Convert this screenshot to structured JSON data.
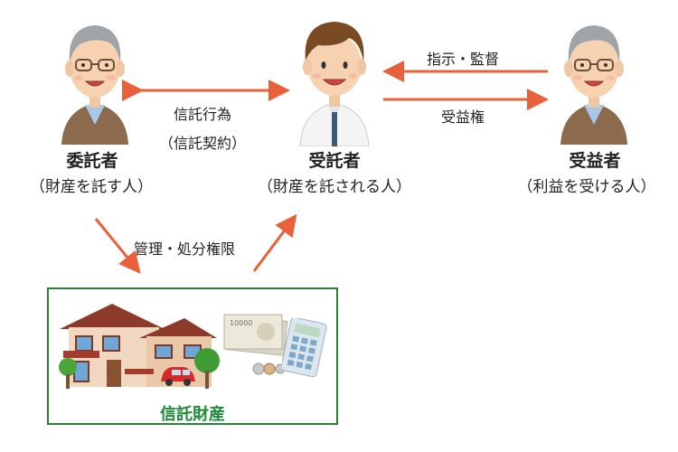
{
  "settlor": {
    "title": "委託者",
    "desc": "（財産を託す人）"
  },
  "trustee": {
    "title": "受託者",
    "desc": "（財産を託される人）"
  },
  "beneficiary": {
    "title": "受益者",
    "desc": "（利益を受ける人）"
  },
  "trust_act": {
    "line1": "信託行為",
    "line2": "（信託契約）"
  },
  "instruction_label": "指示・監督",
  "benefit_label": "受益権",
  "management_label": "管理・処分権限",
  "trust_property_label": "信託財産",
  "banknote_text": "10000",
  "colors": {
    "arrow": "#e8613a",
    "box_border": "#2f7d3a",
    "title_green": "#1d8a3b"
  },
  "icons": [
    "elderly-man-icon",
    "young-man-icon",
    "house-icon",
    "car-icon",
    "banknote-icon",
    "coins-icon",
    "calculator-icon",
    "tree-icon"
  ]
}
